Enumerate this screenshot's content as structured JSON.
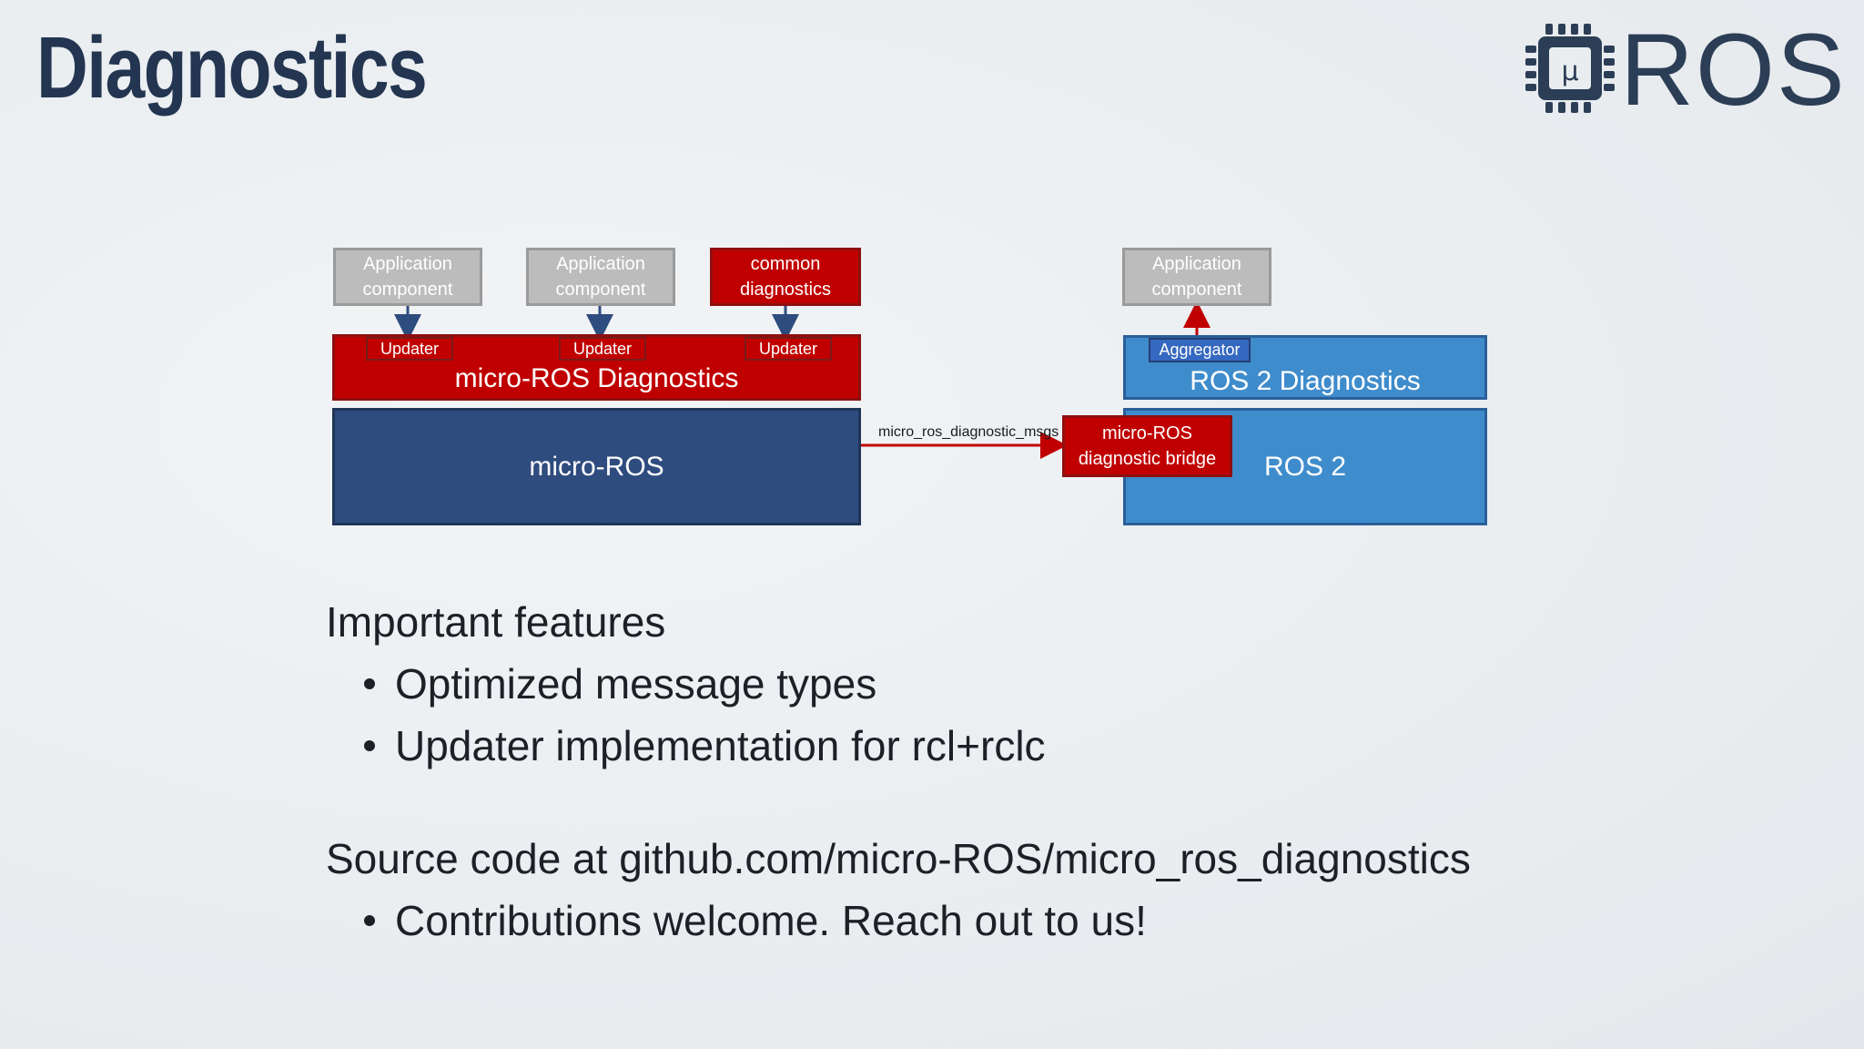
{
  "title": "Diagnostics",
  "logo": {
    "text": "ROS",
    "chip_symbol": "μ"
  },
  "diagram": {
    "left_components": [
      {
        "label": "Application\ncomponent"
      },
      {
        "label": "Application\ncomponent"
      },
      {
        "label": "common\ndiagnostics"
      }
    ],
    "updater_label": "Updater",
    "micro_ros_diagnostics_label": "micro-ROS Diagnostics",
    "micro_ros_label": "micro-ROS",
    "topic_label": "micro_ros_diagnostic_msgs",
    "bridge_label": "micro-ROS\ndiagnostic bridge",
    "right_component_label": "Application\ncomponent",
    "aggregator_label": "Aggregator",
    "ros2_diagnostics_label": "ROS 2 Diagnostics",
    "ros2_label": "ROS 2"
  },
  "features": {
    "heading": "Important features",
    "items": [
      "Optimized message types",
      "Updater implementation for rcl+rclc"
    ]
  },
  "source": {
    "heading": "Source code at github.com/micro-ROS/micro_ros_diagnostics",
    "items": [
      "Contributions welcome. Reach out to us!"
    ]
  },
  "colors": {
    "title": "#233550",
    "micro_ros_blue": "#2f4c7f",
    "ros2_blue": "#3f8ccc",
    "red": "#c00000",
    "gray": "#bcbcbc"
  }
}
